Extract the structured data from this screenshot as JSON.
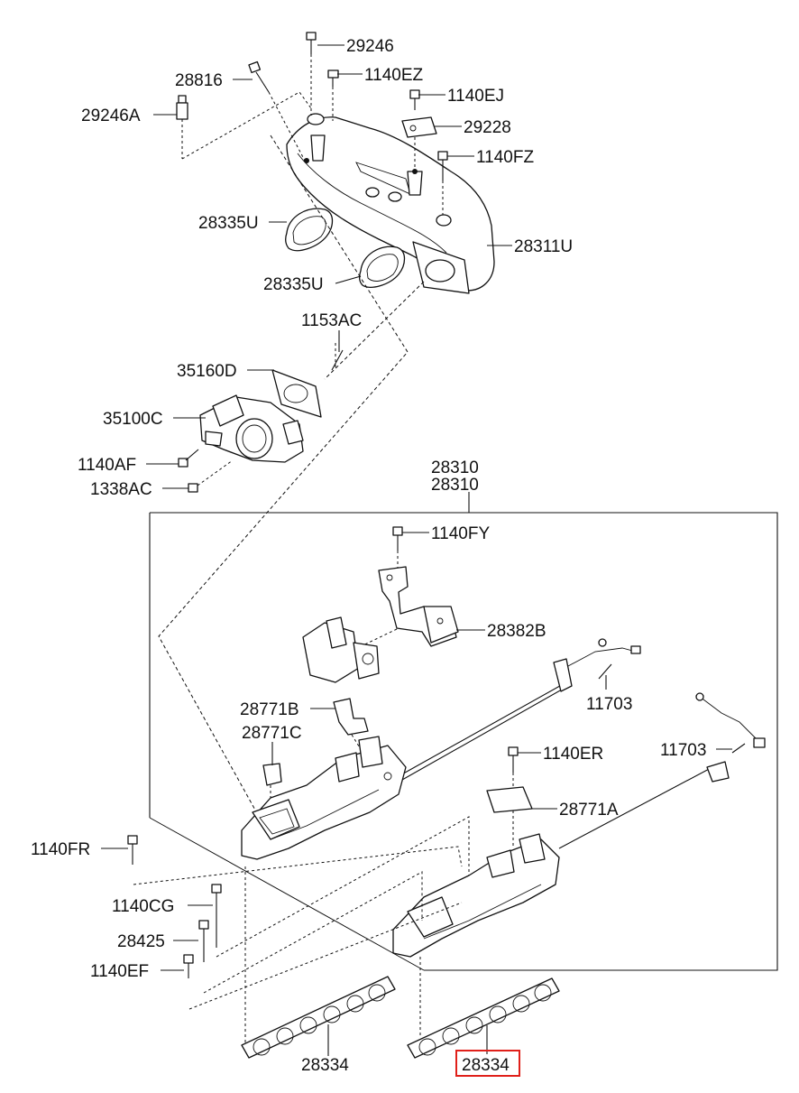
{
  "colors": {
    "line": "#111111",
    "background": "#ffffff",
    "highlight": "#e0201a"
  },
  "labels": {
    "p29246": "29246",
    "p28816": "28816",
    "p1140EZ": "1140EZ",
    "p29246A": "29246A",
    "p1140EJ": "1140EJ",
    "p29228": "29228",
    "p1140FZ": "1140FZ",
    "p28335U_a": "28335U",
    "p28311U": "28311U",
    "p28335U_b": "28335U",
    "p1153AC": "1153AC",
    "p35160D": "35160D",
    "p35100C": "35100C",
    "p1140AF": "1140AF",
    "p1338AC": "1338AC",
    "p28310_a": "28310",
    "p28310_b": "28310",
    "p1140FY": "1140FY",
    "p28382B": "28382B",
    "p11703_a": "11703",
    "p28771B": "28771B",
    "p28771C": "28771C",
    "p1140ER": "1140ER",
    "p11703_b": "11703",
    "p28771A": "28771A",
    "p1140FR": "1140FR",
    "p1140CG": "1140CG",
    "p28425": "28425",
    "p1140EF": "1140EF",
    "p28334_a": "28334",
    "p28334_b": "28334"
  },
  "highlighted_part": "28334"
}
